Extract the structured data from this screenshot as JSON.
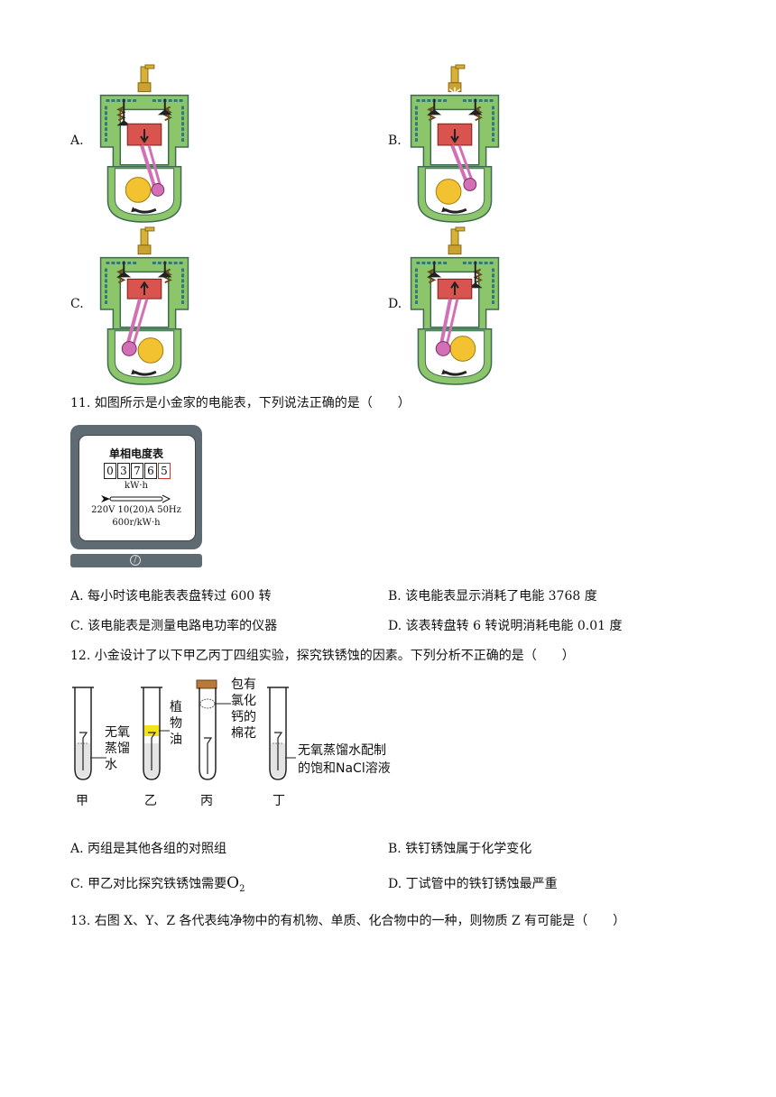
{
  "engines": [
    {
      "label": "A.",
      "piston": "down",
      "intake_open": true,
      "exhaust_open": false,
      "spark": false
    },
    {
      "label": "B.",
      "piston": "down",
      "intake_open": false,
      "exhaust_open": false,
      "spark": true
    },
    {
      "label": "C.",
      "piston": "up",
      "intake_open": false,
      "exhaust_open": false,
      "spark": false
    },
    {
      "label": "D.",
      "piston": "up",
      "intake_open": false,
      "exhaust_open": true,
      "spark": false
    }
  ],
  "q11": {
    "stem": "11. 如图所示是小金家的电能表，下列说法正确的是（　　）",
    "meter": {
      "title": "单相电度表",
      "digits": [
        "0",
        "3",
        "7",
        "6",
        "5"
      ],
      "unit": "kW·h",
      "spec1": "220V 10(20)A 50Hz",
      "spec2": "600r/kW·h"
    },
    "options": [
      "A. 每小时该电能表表盘转过 600 转",
      "B. 该电能表显示消耗了电能 3768 度",
      "C. 该电能表是测量电路电功率的仪器",
      "D. 该表转盘转 6 转说明消耗电能 0.01 度"
    ]
  },
  "q12": {
    "stem": "12. 小金设计了以下甲乙丙丁四组实验，探究铁锈蚀的因素。下列分析不正确的是（　　）",
    "tubes": {
      "t1_label": "甲",
      "t1_note": [
        "无氧",
        "蒸馏",
        "水"
      ],
      "t2_label": "乙",
      "t2_note": [
        "植",
        "物",
        "油"
      ],
      "t3_label": "丙",
      "t3_note": [
        "包有",
        "氯化",
        "钙的",
        "棉花"
      ],
      "t4_label": "丁",
      "t4_note": [
        "无氧蒸馏水配制",
        "的饱和NaCl溶液"
      ]
    },
    "optA": "A. 丙组是其他各组的对照组",
    "optB": "B. 铁钉锈蚀属于化学变化",
    "optC_prefix": "C. 甲乙对比探究铁锈蚀需要",
    "optC_formula": "O",
    "optC_sub": "2",
    "optD": "D. 丁试管中的铁钉锈蚀最严重"
  },
  "q13": {
    "stem": "13. 右图 X、Y、Z 各代表纯净物中的有机物、单质、化合物中的一种，则物质 Z 有可能是（　　）"
  },
  "colors": {
    "engine_green": "#8dc56a",
    "engine_dark": "#3d6b52",
    "piston_red": "#d9534f",
    "crank_yellow": "#f2c230",
    "rod_pink": "#d36fb5",
    "meter_gray": "#5f6b72",
    "oil_yellow": "#f5e31a"
  }
}
